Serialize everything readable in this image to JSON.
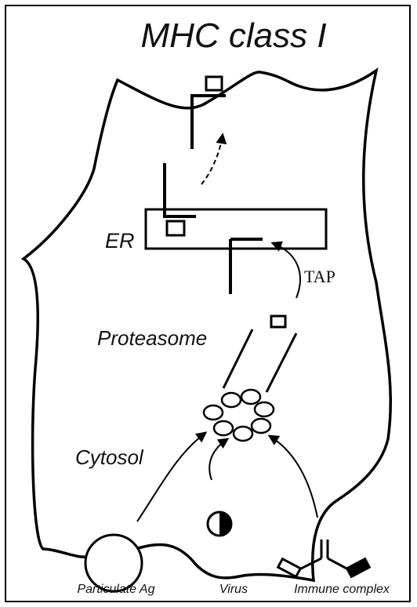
{
  "diagram": {
    "title": "MHC class I",
    "labels": {
      "er": "ER",
      "tap": "TAP",
      "proteasome": "Proteasome",
      "cytosol": "Cytosol",
      "particulate": "Particulate Ag",
      "virus": "Virus",
      "immune_complex": "Immune complex"
    },
    "colors": {
      "ink": "#000000",
      "background": "#ffffff"
    }
  }
}
